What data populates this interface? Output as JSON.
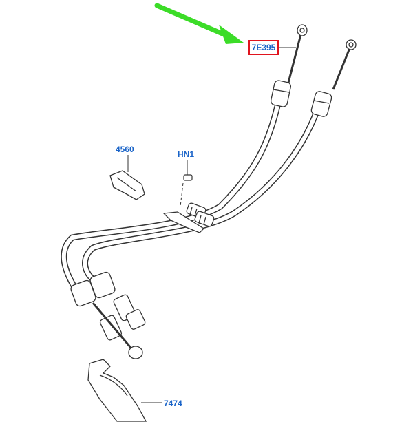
{
  "labels": {
    "part_7e395": "7E395",
    "part_4560": "4560",
    "part_hn1": "HN1",
    "part_7474": "7474"
  },
  "colors": {
    "label_text": "#1a64c8",
    "highlight_box": "#e0141e",
    "arrow": "#3cdc28",
    "line_art": "#333333"
  },
  "highlighted_part": "7E395"
}
